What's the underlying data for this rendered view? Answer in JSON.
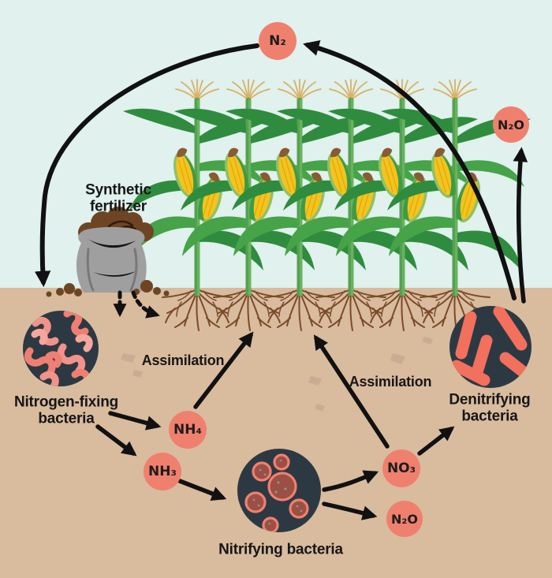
{
  "diagram": {
    "subject": "nitrogen-cycle-in-corn-field"
  },
  "molecules": {
    "n2": {
      "label": "N₂"
    },
    "n2o_atmosphere": {
      "label": "N₂O"
    },
    "nh4": {
      "label": "NH₄"
    },
    "nh3": {
      "label": "NH₃"
    },
    "no3": {
      "label": "NO₃"
    },
    "n2o_soil": {
      "label": "N₂O"
    }
  },
  "labels": {
    "synthetic_fertilizer": "Synthetic\nfertilizer",
    "nitrogen_fixing_bacteria": "Nitrogen-fixing\nbacteria",
    "denitrifying_bacteria": "Denitrifying\nbacteria",
    "nitrifying_bacteria": "Nitrifying bacteria",
    "assimilation_left": "Assimilation",
    "assimilation_right": "Assimilation"
  },
  "icons": {
    "nitrogen_fixing_bacteria_icon": "worm-cluster-in-dark-circle",
    "denitrifying_bacteria_icon": "rod-bacteria-in-dark-circle",
    "nitrifying_bacteria_icon": "round-spiky-bacteria-in-dark-circle",
    "fertilizer_sack_icon": "gray-sack-with-compost",
    "corn_plant_icon": "corn-stalk-with-cobs-and-roots"
  },
  "colors": {
    "sky": "#e0f1ee",
    "soil": "#d9bb9e",
    "molecule_circle": "#f0806e",
    "bacteria_circle": "#2c3942",
    "arrow": "#111111",
    "text": "#161616",
    "worms": "#f2938b",
    "rods": "#f3705c",
    "pebble": "#c8ad93",
    "roots": "#7a4b29",
    "stem": "#53a152",
    "leaf_dark": "#2f8c3e",
    "leaf_mid": "#46a348",
    "cob": "#f5c41c",
    "silk": "#8a5a33",
    "tassel": "#d9b163",
    "sack": "#9f9f9f",
    "fertilizer": "#6e4524"
  }
}
